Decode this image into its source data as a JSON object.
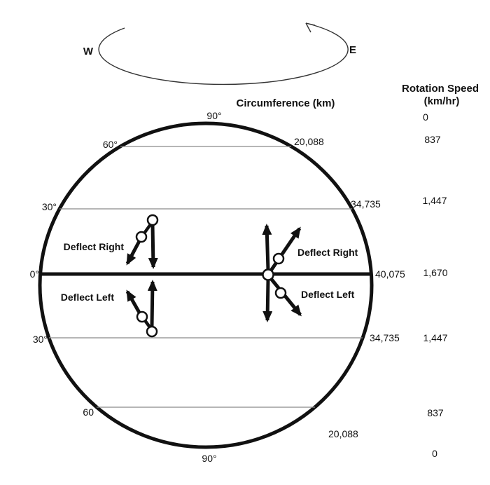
{
  "colors": {
    "background": "#ffffff",
    "ink": "#111111",
    "latitude_line": "#8a8a8a"
  },
  "rotation": {
    "west": "W",
    "east": "E"
  },
  "headers": {
    "circumference": "Circumference (km)",
    "rotation_speed_line1": "Rotation Speed",
    "rotation_speed_line2": "(km/hr)"
  },
  "latitude_labels": {
    "n90": "90°",
    "n60": "60°",
    "n30": "30°",
    "eq": "0°",
    "s30": "30°",
    "s60": "60",
    "s90": "90°"
  },
  "circumference_values": {
    "n60": "20,088",
    "n30": "34,735",
    "eq": "40,075",
    "s30": "34,735",
    "s60": "20,088"
  },
  "speed_values": {
    "n90": "0",
    "n60": "837",
    "n30": "1,447",
    "eq": "1,670",
    "s30": "1,447",
    "s60": "837",
    "s90": "0"
  },
  "deflect": {
    "nw_right": "Deflect Right",
    "sw_left": "Deflect Left",
    "ne_right": "Deflect Right",
    "se_left": "Deflect Left"
  }
}
